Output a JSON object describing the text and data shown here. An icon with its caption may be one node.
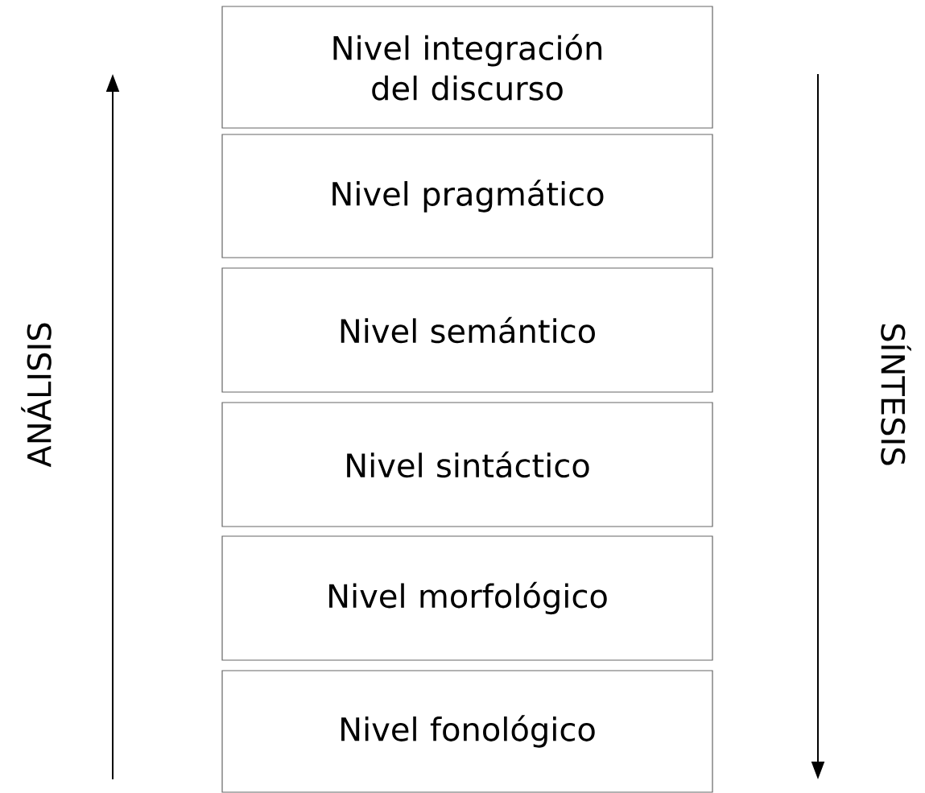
{
  "diagram": {
    "nodes": [
      {
        "text": [
          "Nivel integración del discurso"
        ]
      },
      {
        "text": [
          "Nivel pragmático"
        ]
      },
      {
        "text": [
          "Nivel semántico"
        ]
      },
      {
        "text": [
          "Nivel sintáctico"
        ]
      },
      {
        "text": [
          "Nivel morfológico"
        ]
      },
      {
        "text": [
          "Nivel fonológico"
        ]
      }
    ],
    "labels": [
      "ANÁLISIS",
      "SÍNTESIS"
    ]
  }
}
